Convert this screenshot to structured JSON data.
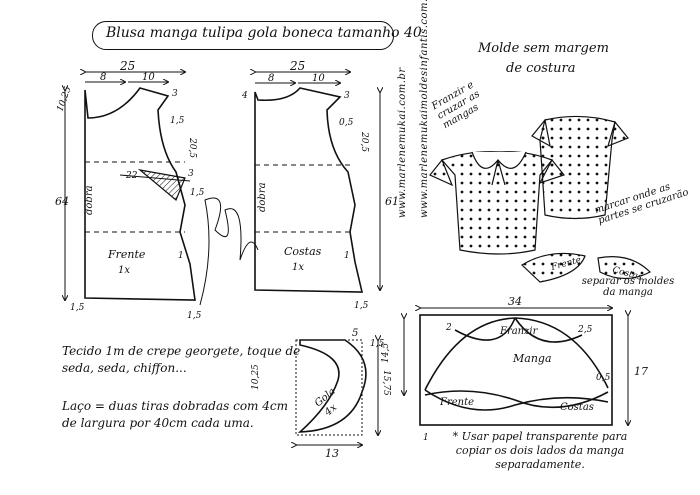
{
  "title": "Blusa manga tulipa gola boneca tamanho 40",
  "note": {
    "line1": "Molde sem margem",
    "line2": "de costura"
  },
  "websites": [
    "www.marlenemukai.com.br",
    "www.marlenemukaimoldesinfantis.com.br"
  ],
  "front": {
    "label": "Frente",
    "qty": "1x",
    "fold_label": "dobra",
    "width_top": "25",
    "neck_width": "8",
    "shoulder_width": "10",
    "neck_drop": "10,25",
    "shoulder_drop": "3",
    "armhole_depth": "20,5",
    "armhole_offset": "1,5",
    "dart_len": "22",
    "dart_w": "3",
    "waist_in": "1",
    "length": "64",
    "hem_out": "1,5",
    "hem_drop": "1,5",
    "side_in": "1,5"
  },
  "back": {
    "label": "Costas",
    "qty": "1x",
    "fold_label": "dobra",
    "width_top": "25",
    "neck_width": "8",
    "shoulder_width": "10",
    "neck_drop": "4",
    "shoulder_drop": "3",
    "armhole_depth": "20,5",
    "armhole_offset": "0,5",
    "waist_in": "1",
    "length": "61",
    "hem_drop": "1,5"
  },
  "collar": {
    "label": "Gola",
    "qty": "4x",
    "width": "13",
    "top": "5",
    "side": "1,5",
    "height": "15,75",
    "left_h": "10,25"
  },
  "sleeve": {
    "label": "Manga",
    "left": "Frente",
    "right": "Costas",
    "top_label": "Franzir",
    "width": "34",
    "height_left": "14,5",
    "height_right": "17",
    "m1": "2",
    "m2": "2,5",
    "m3": "0,5",
    "m4": "1"
  },
  "illustration": {
    "gather_note": "Franzir e cruzar as mangas",
    "mark_note": "marcar onde as partes se cruzarão",
    "split_note": "separar os moldes da manga",
    "piece_front": "Frente",
    "piece_back": "Costas"
  },
  "fabric_text": "Tecido 1m de crepe georgete, toque de seda, seda, chiffon...",
  "laco_text": "Laço = duas tiras dobradas com 4cm de largura por 40cm cada uma.",
  "paper_note": "* Usar papel transparente para copiar os dois lados da manga separadamente."
}
